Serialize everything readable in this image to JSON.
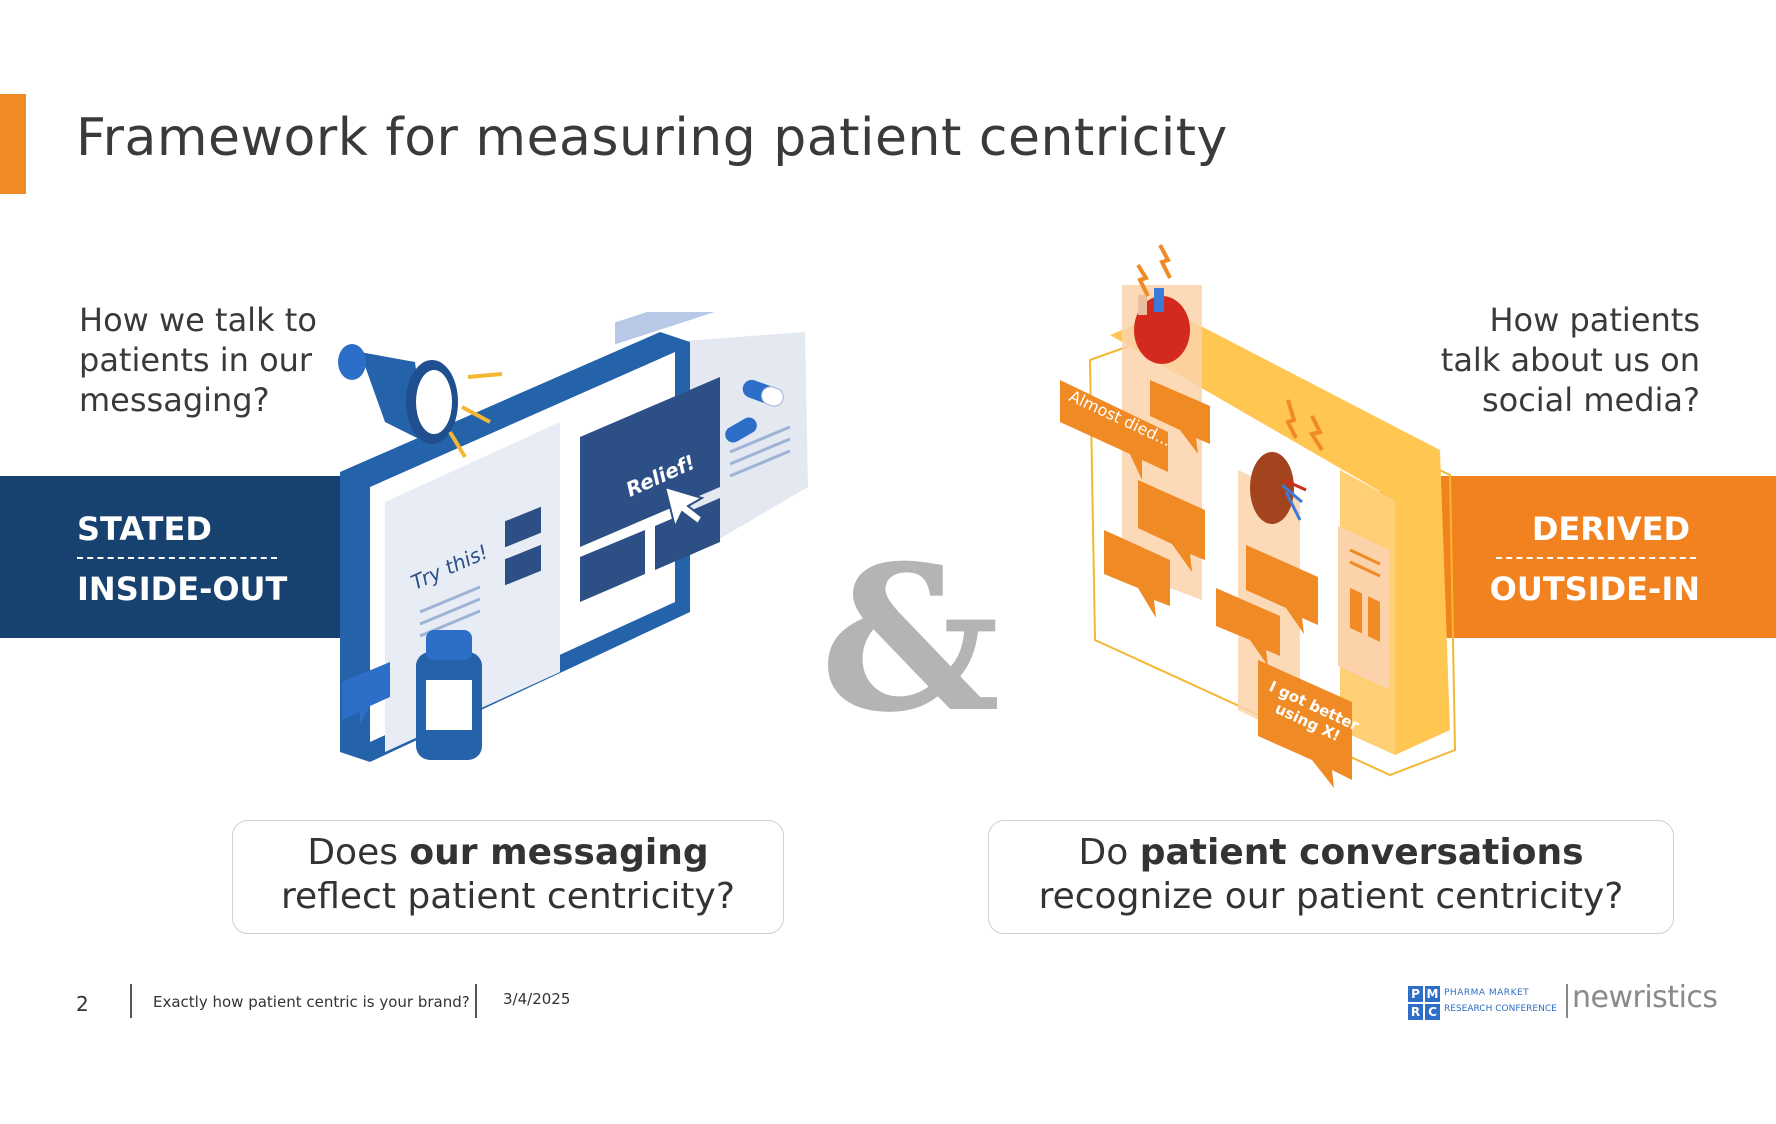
{
  "title": "Framework for measuring patient centricity",
  "left": {
    "question_lines": [
      "How we talk to",
      "patients in our",
      "messaging?"
    ],
    "band_top": "STATED",
    "band_bottom": "INSIDE-OUT",
    "illustration_labels": {
      "try": "Try this!",
      "relief": "Relief!"
    },
    "box_pre": "Does ",
    "box_bold": "our messaging",
    "box_post": "reflect patient centricity?"
  },
  "right": {
    "question_lines": [
      "How patients",
      "talk about us on",
      "social media?"
    ],
    "band_top": "DERIVED",
    "band_bottom": "OUTSIDE-IN",
    "illustration_labels": {
      "almost": "Almost died...",
      "better1": "I got better",
      "better2": "using X!"
    },
    "box_pre": "Do ",
    "box_bold": "patient conversations",
    "box_post": "recognize our patient centricity?"
  },
  "ampersand": "&",
  "footer": {
    "page_number": "2",
    "text": "Exactly how patient centric is your brand?",
    "date": "3/4/2025",
    "pmrc_letters": [
      "P",
      "M",
      "R",
      "C"
    ],
    "pmrc_line1": "PHARMA MARKET",
    "pmrc_line2": "RESEARCH CONFERENCE",
    "brand": "newristics"
  },
  "colors": {
    "navy": "#17416e",
    "orange": "#f2821f",
    "accent": "#f08a24"
  }
}
